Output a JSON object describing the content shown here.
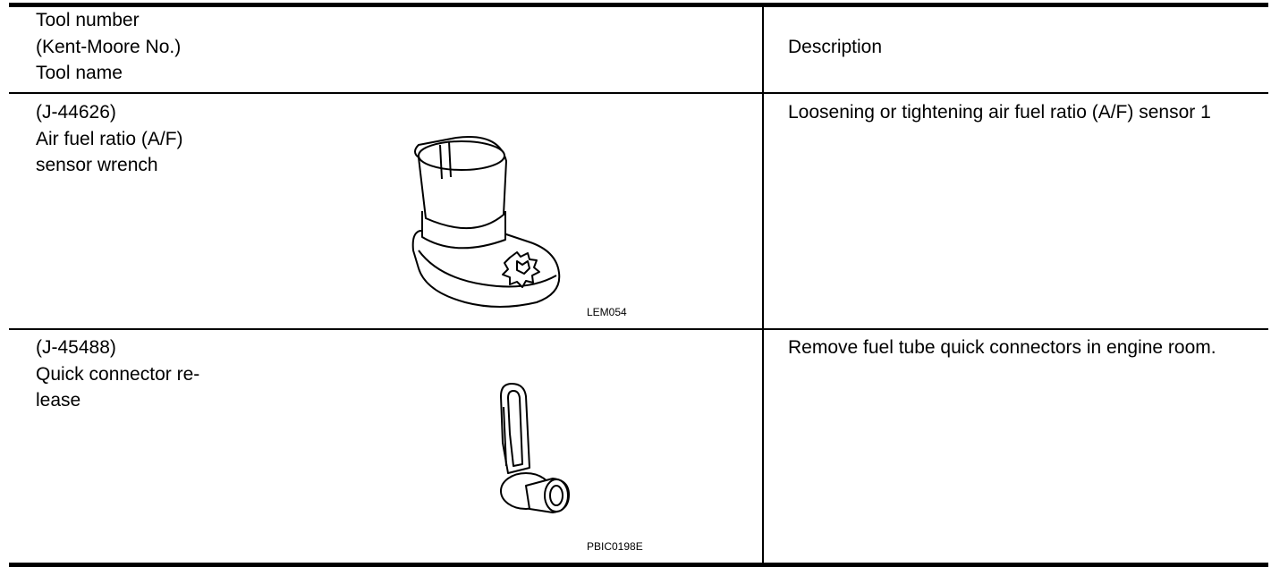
{
  "header": {
    "tool_col": "Tool number\n(Kent-Moore No.)\nTool name",
    "desc_col": "Description"
  },
  "rows": [
    {
      "tool": "(J-44626)\nAir fuel ratio (A/F)\nsensor wrench",
      "figure_code": "LEM054",
      "description": "Loosening or tightening air fuel ratio (A/F) sensor 1"
    },
    {
      "tool": "(J-45488)\nQuick connector re-\nlease",
      "figure_code": "PBIC0198E",
      "description": "Remove fuel tube quick connectors in engine room."
    }
  ]
}
